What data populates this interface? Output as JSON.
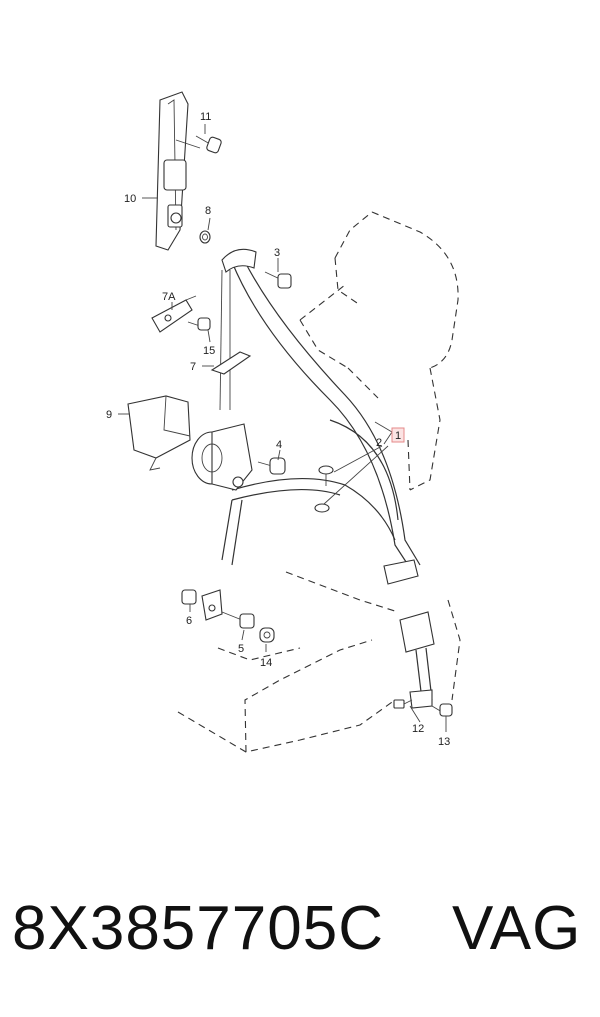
{
  "callouts": {
    "c1": "1",
    "c2": "2",
    "c3": "3",
    "c4": "4",
    "c5": "5",
    "c6": "6",
    "c7": "7",
    "c7a": "7A",
    "c8": "8",
    "c9": "9",
    "c10": "10",
    "c11": "11",
    "c12": "12",
    "c13": "13",
    "c14": "14",
    "c15": "15"
  },
  "footer": {
    "part_number": "8X3857705C",
    "brand": "VAG"
  },
  "colors": {
    "highlight_box": "#e58a8a",
    "highlight_fill": "#fbe3e3"
  }
}
